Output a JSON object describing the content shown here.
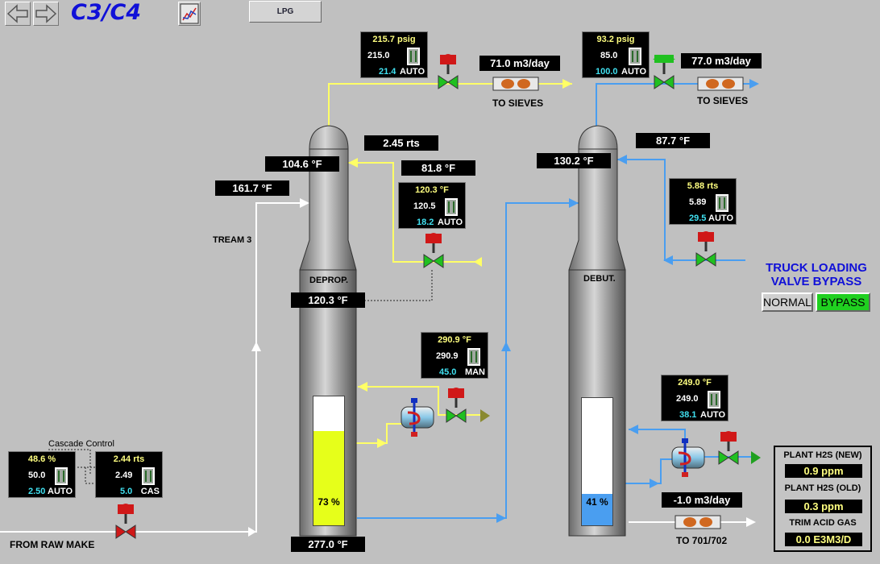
{
  "header": {
    "title": "C3/C4",
    "lpg_label": "LPG"
  },
  "icons": {
    "back": "arrow-left-icon",
    "forward": "arrow-right-icon",
    "trend": "trend-chart-icon"
  },
  "colors": {
    "yellow_line": "#ffff66",
    "blue_line": "#4a9ef0",
    "white_line": "#ffffff",
    "valve_red": "#d01818",
    "valve_green": "#20c020",
    "bypass_green": "#20d020",
    "title_blue": "#1010d8"
  },
  "depropanizer": {
    "label": "DEPROP.",
    "level_pct": 73,
    "level_text": "73 %",
    "top_temp": "104.6 °F",
    "mid_temp": "120.3 °F",
    "bottom_temp": "277.0 °F",
    "reflux_rts": "2.45 rts",
    "reflux_temp": "81.8 °F",
    "feed_temp": "161.7 °F"
  },
  "debutanizer": {
    "label": "DEBUT.",
    "level_pct": 41,
    "level_text": "41 %",
    "top_temp": "130.2 °F",
    "reflux_temp": "87.7 °F"
  },
  "controllers": {
    "deprop_pressure": {
      "pv": "215.7 psig",
      "sp": "215.0",
      "out": "21.4",
      "mode": "AUTO"
    },
    "deprop_reflux": {
      "pv": "120.3 °F",
      "sp": "120.5",
      "out": "18.2",
      "mode": "AUTO"
    },
    "deprop_reboiler": {
      "pv": "290.9 °F",
      "sp": "290.9",
      "out": "45.0",
      "mode": "MAN"
    },
    "debut_pressure": {
      "pv": "93.2 psig",
      "sp": "85.0",
      "out": "100.0",
      "mode": "AUTO"
    },
    "debut_reflux": {
      "pv": "5.88 rts",
      "sp": "5.89",
      "out": "29.5",
      "mode": "AUTO"
    },
    "debut_reboiler": {
      "pv": "249.0 °F",
      "sp": "249.0",
      "out": "38.1",
      "mode": "AUTO"
    },
    "feed_level": {
      "pv": "48.6 %",
      "sp": "50.0",
      "out": "2.50",
      "mode": "AUTO"
    },
    "feed_flow": {
      "pv": "2.44 rts",
      "sp": "2.49",
      "out": "5.0",
      "mode": "CAS"
    }
  },
  "flows": {
    "deprop_overhead": "71.0 m3/day",
    "debut_overhead": "77.0 m3/day",
    "debut_bottoms": "-1.0 m3/day"
  },
  "labels": {
    "to_sieves_1": "TO SIEVES",
    "to_sieves_2": "TO SIEVES",
    "to_701": "TO 701/702",
    "stream3": "TREAM 3",
    "from_raw_make": "FROM RAW MAKE",
    "cascade_control": "Cascade Control"
  },
  "truck_loading": {
    "title_line1": "TRUCK LOADING",
    "title_line2": "VALVE BYPASS",
    "normal_label": "NORMAL",
    "bypass_label": "BYPASS"
  },
  "plant_panel": {
    "h2s_new_label": "PLANT H2S (NEW)",
    "h2s_new_value": "0.9 ppm",
    "h2s_old_label": "PLANT H2S (OLD)",
    "h2s_old_value": "0.3 ppm",
    "trim_acid_label": "TRIM ACID GAS",
    "trim_acid_value": "0.0 E3M3/D"
  }
}
